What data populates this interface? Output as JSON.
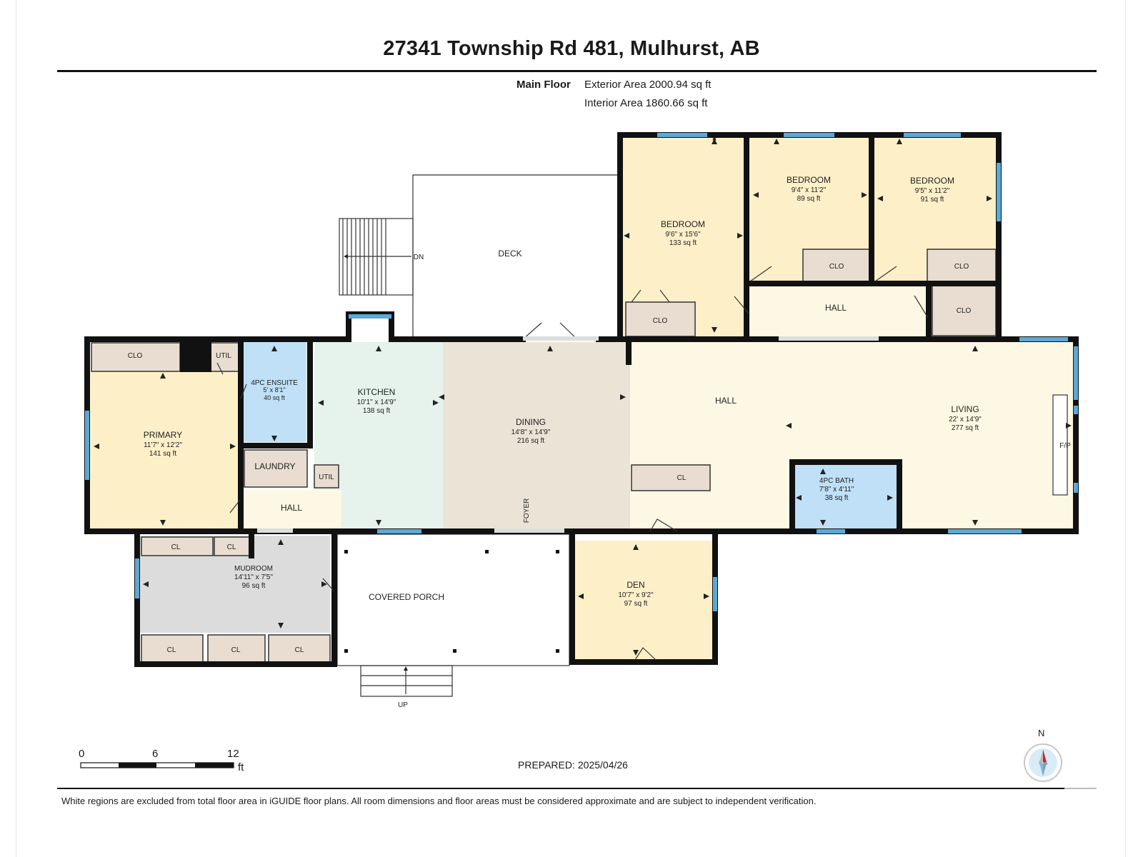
{
  "header": {
    "title": "27341 Township Rd 481, Mulhurst, AB",
    "floor_name": "Main Floor",
    "exterior_area_label": "Exterior Area",
    "exterior_area_value": "2000.94 sq ft",
    "interior_area_label": "Interior Area",
    "interior_area_value": "1860.66 sq ft"
  },
  "rooms": {
    "bedroom_1": {
      "name": "BEDROOM",
      "dims": "9'6\" x 15'6\"",
      "area": "133 sq ft"
    },
    "bedroom_2": {
      "name": "BEDROOM",
      "dims": "9'4\" x 11'2\"",
      "area": "89 sq ft"
    },
    "bedroom_3": {
      "name": "BEDROOM",
      "dims": "9'5\" x 11'2\"",
      "area": "91 sq ft"
    },
    "primary": {
      "name": "PRIMARY",
      "dims": "11'7\" x 12'2\"",
      "area": "141 sq ft"
    },
    "ensuite": {
      "name": "4PC ENSUITE",
      "dims": "5' x 8'1\"",
      "area": "40 sq ft"
    },
    "kitchen": {
      "name": "KITCHEN",
      "dims": "10'1\" x 14'9\"",
      "area": "138 sq ft"
    },
    "dining": {
      "name": "DINING",
      "dims": "14'8\" x 14'9\"",
      "area": "216 sq ft"
    },
    "living": {
      "name": "LIVING",
      "dims": "22' x 14'9\"",
      "area": "277 sq ft"
    },
    "bath": {
      "name": "4PC BATH",
      "dims": "7'8\" x 4'11\"",
      "area": "38 sq ft"
    },
    "mudroom": {
      "name": "MUDROOM",
      "dims": "14'11\" x 7'5\"",
      "area": "96 sq ft"
    },
    "den": {
      "name": "DEN",
      "dims": "10'7\" x 9'2\"",
      "area": "97 sq ft"
    }
  },
  "labels": {
    "deck": "DECK",
    "dn": "DN",
    "up": "UP",
    "covered_porch": "COVERED PORCH",
    "foyer": "FOYER",
    "hall": "HALL",
    "laundry": "LAUNDRY",
    "util": "UTIL",
    "clo": "CLO",
    "cl": "CL",
    "fp": "F/P"
  },
  "scale": {
    "tick_0": "0",
    "tick_6": "6",
    "tick_12": "12",
    "unit": "ft"
  },
  "footer": {
    "prepared_label": "PREPARED:",
    "prepared_date": "2025/04/26",
    "disclaimer": "White regions are excluded from total floor area in iGUIDE floor plans. All room dimensions and floor areas must be considered approximate and are subject to independent verification."
  },
  "compass": {
    "north": "N"
  },
  "colors": {
    "bedroom": "#fdf0c8",
    "hall": "#fdf8e3",
    "bath": "#bfe0f7",
    "kitchen": "#e6f2ec",
    "dining": "#ebe3d6",
    "closet": "#e8ddd0",
    "mudroom": "#dcdcdc",
    "wall": "#111111",
    "window": "#5aa9d6"
  }
}
